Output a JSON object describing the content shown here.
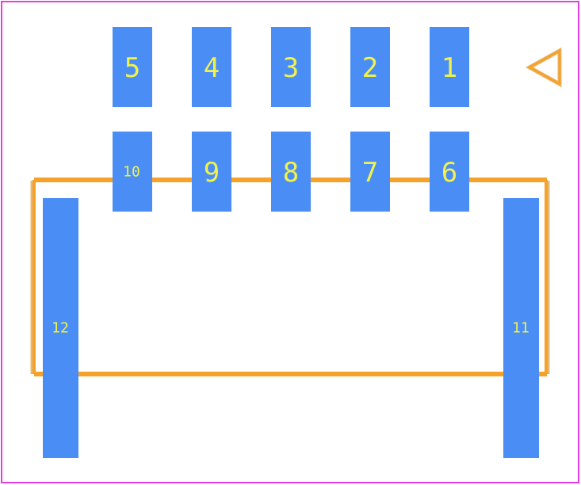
{
  "colors": {
    "board_outline": "#e040e0",
    "silkscreen": "#f5a22a",
    "silkscreen_shadow": "#e6b97a",
    "pad_fill": "#4a8ef5",
    "pad_label": "#f2f24a"
  },
  "pin1_marker_icon": "triangle-left-outline-icon",
  "pads": [
    {
      "id": "pad-1",
      "label": "1"
    },
    {
      "id": "pad-2",
      "label": "2"
    },
    {
      "id": "pad-3",
      "label": "3"
    },
    {
      "id": "pad-4",
      "label": "4"
    },
    {
      "id": "pad-5",
      "label": "5"
    },
    {
      "id": "pad-6",
      "label": "6"
    },
    {
      "id": "pad-7",
      "label": "7"
    },
    {
      "id": "pad-8",
      "label": "8"
    },
    {
      "id": "pad-9",
      "label": "9"
    },
    {
      "id": "pad-10",
      "label": "10"
    },
    {
      "id": "pad-11",
      "label": "11"
    },
    {
      "id": "pad-12",
      "label": "12"
    }
  ]
}
